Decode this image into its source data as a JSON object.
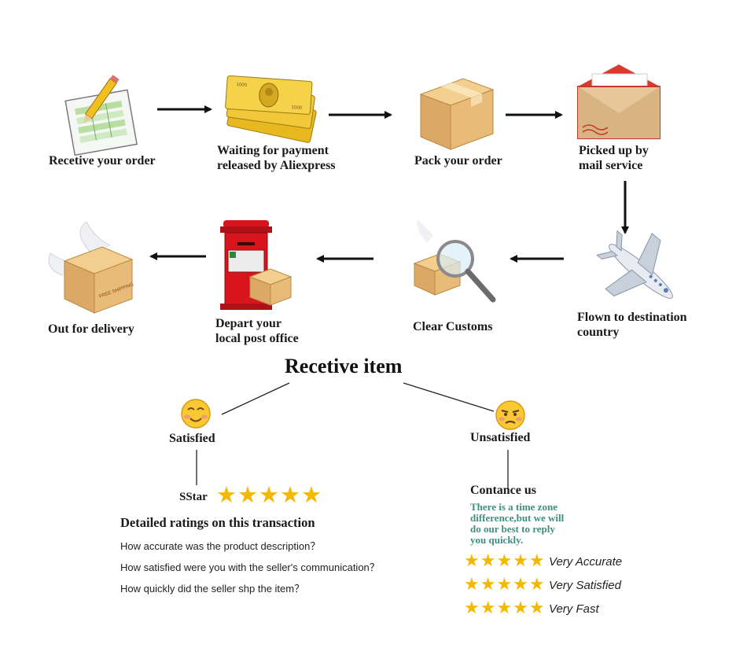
{
  "steps": {
    "s1": "Recetive your order",
    "s2_line1": "Waiting for payment",
    "s2_line2": "released by Aliexpress",
    "s3": "Pack your order",
    "s4_line1": "Picked up by",
    "s4_line2": "mail service",
    "s5_line1": "Flown to destination",
    "s5_line2": "country",
    "s6": "Clear Customs",
    "s7_line1": "Depart your",
    "s7_line2": "local post office",
    "s8": "Out for delivery"
  },
  "box_text": "FREE SHIPPING",
  "title": "Recetive item",
  "satisfied": {
    "label": "Satisfied",
    "sstar": "SStar",
    "stars": "★★★★★",
    "detail_title": "Detailed ratings on this transaction",
    "questions": [
      "How accurate was the product description？",
      "How satisfied were you with the seller's communication？",
      "How quickly did the seller shp the item？"
    ]
  },
  "unsatisfied": {
    "label": "Unsatisfied",
    "contact": "Contance us",
    "note_lines": [
      "There is a time zone",
      "difference,but we will",
      "do  our best to reply",
      "you quickly."
    ],
    "ratings": [
      {
        "stars": "★★★★★",
        "text": "Very Accurate"
      },
      {
        "stars": "★★★★★",
        "text": "Very Satisfied"
      },
      {
        "stars": "★★★★★",
        "text": "Very Fast"
      }
    ]
  },
  "colors": {
    "star": "#f5b800",
    "note": "#3f8f80",
    "mailbox": "#c8141c",
    "box": "#d8a15a"
  }
}
